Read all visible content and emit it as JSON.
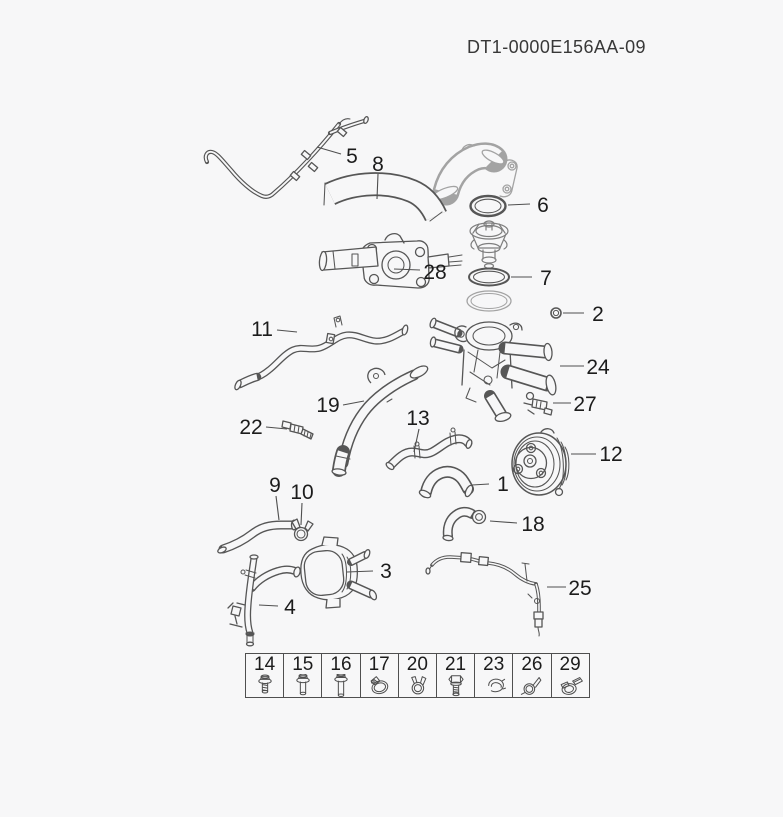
{
  "title": "DT1-0000E156AA-09",
  "colors": {
    "background": "#f7f7f8",
    "line": "#565656",
    "line_light": "#a3a3a3",
    "text": "#1c1c1c"
  },
  "callouts": {
    "1": "1",
    "2": "2",
    "3": "3",
    "4": "4",
    "5": "5",
    "6": "6",
    "7": "7",
    "8": "8",
    "9": "9",
    "10": "10",
    "11": "11",
    "12": "12",
    "13": "13",
    "18": "18",
    "19": "19",
    "22": "22",
    "24": "24",
    "25": "25",
    "27": "27",
    "28": "28"
  },
  "table": {
    "cells": [
      {
        "label": "14",
        "icon": "flange-bolt-short-icon"
      },
      {
        "label": "15",
        "icon": "flange-bolt-icon"
      },
      {
        "label": "16",
        "icon": "flange-bolt-long-icon"
      },
      {
        "label": "17",
        "icon": "worm-gear-clamp-icon"
      },
      {
        "label": "20",
        "icon": "spring-clamp-icon"
      },
      {
        "label": "21",
        "icon": "hex-bolt-icon"
      },
      {
        "label": "23",
        "icon": "ring-clamp-icon"
      },
      {
        "label": "26",
        "icon": "spring-clamp-tail-icon"
      },
      {
        "label": "29",
        "icon": "spring-clamp-double-tab-icon"
      }
    ]
  }
}
